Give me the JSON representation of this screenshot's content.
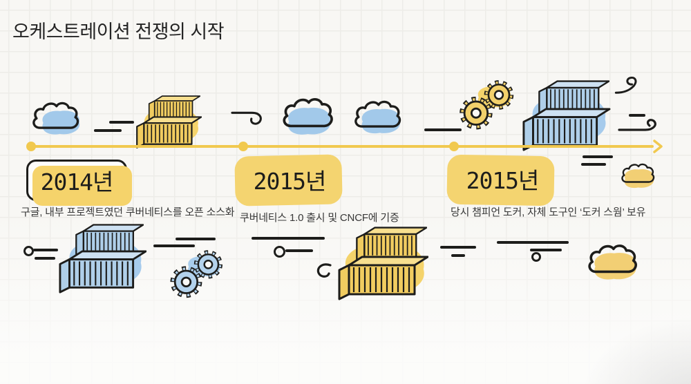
{
  "slide": {
    "title": "오케스트레이션 전쟁의 시작"
  },
  "timeline": {
    "direction": "left-to-right",
    "milestones": [
      {
        "year": "2014년",
        "description": "구글, 내부 프로젝트였던 쿠버네티스를 오픈 소스화"
      },
      {
        "year": "2015년",
        "description": "쿠버네티스 1.0 출시 및 CNCF에 기증"
      },
      {
        "year": "2015년",
        "description": "당시 챔피언 도커, 자체 도구인 ‘도커 스웜’ 보유"
      }
    ]
  },
  "icons": {
    "clouds": [
      "cloud-icon-blue-left",
      "cloud-icon-blue-mid-1",
      "cloud-icon-blue-mid-2",
      "cloud-icon-yellow-small-right",
      "cloud-icon-yellow-large-right"
    ],
    "container_stacks": [
      "container-stack-icon-yellow-top",
      "container-stack-icon-blue-top-right",
      "container-stack-icon-blue-bottom-left",
      "container-stack-icon-yellow-bottom-mid"
    ],
    "gears": [
      "gears-icon-yellow",
      "gears-icon-blue"
    ],
    "misc": [
      "wind-curl-icon",
      "speed-line",
      "timeline-dot",
      "timeline-arrow-icon"
    ]
  },
  "colors": {
    "background": "#F8F7F4",
    "grid_line": "#EDECE8",
    "ink": "#1D1D1B",
    "text": "#383838",
    "accent_yellow": "#F1C94F",
    "highlight_yellow": "#F4D470",
    "container_yellow": "#F1CC60",
    "highlight_blue": "#A2C9EA",
    "container_blue": "#AFCFE9"
  }
}
